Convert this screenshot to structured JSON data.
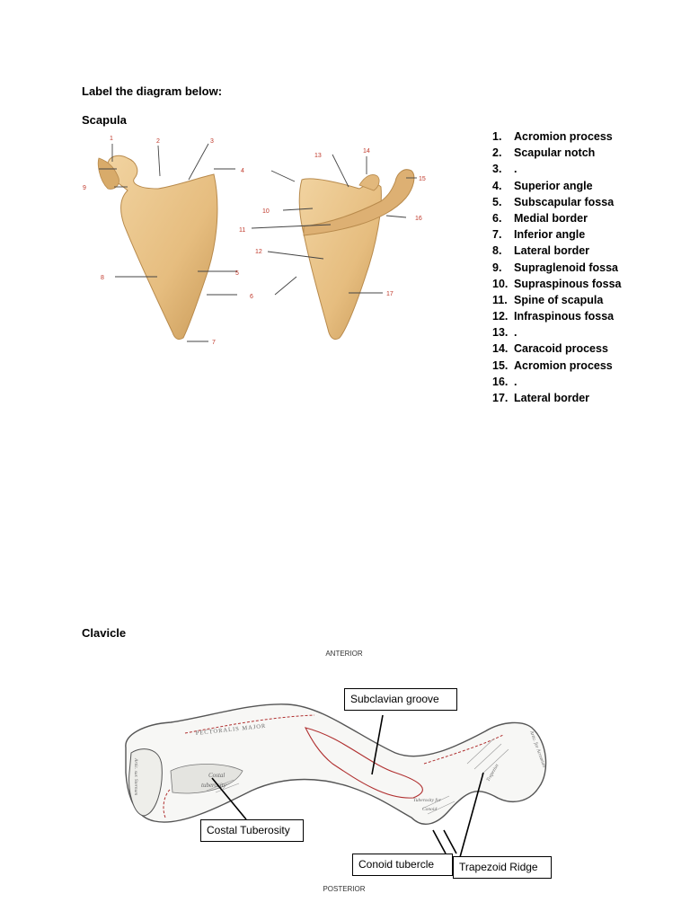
{
  "page": {
    "instruction": "Label the diagram below:"
  },
  "scapula": {
    "heading": "Scapula",
    "figure_numbers": [
      "1",
      "2",
      "3",
      "4",
      "5",
      "6",
      "7",
      "8",
      "9",
      "10",
      "11",
      "12",
      "13",
      "14",
      "15",
      "16",
      "17"
    ],
    "legend": [
      {
        "num": "1.",
        "label": "Acromion process"
      },
      {
        "num": "2.",
        "label": "Scapular notch"
      },
      {
        "num": "3.",
        "label": "."
      },
      {
        "num": "4.",
        "label": "Superior angle"
      },
      {
        "num": "5.",
        "label": "Subscapular fossa"
      },
      {
        "num": "6.",
        "label": "Medial border"
      },
      {
        "num": "7.",
        "label": "Inferior angle"
      },
      {
        "num": "8.",
        "label": "Lateral border"
      },
      {
        "num": "9.",
        "label": "Supraglenoid fossa"
      },
      {
        "num": "10.",
        "label": "Supraspinous fossa"
      },
      {
        "num": "11.",
        "label": "Spine of scapula"
      },
      {
        "num": "12.",
        "label": "Infraspinous fossa"
      },
      {
        "num": "13.",
        "label": "."
      },
      {
        "num": "14.",
        "label": "Caracoid process"
      },
      {
        "num": "15.",
        "label": "Acromion process"
      },
      {
        "num": "16.",
        "label": "."
      },
      {
        "num": "17.",
        "label": "Lateral border"
      }
    ],
    "colors": {
      "bone": "#e9c48a",
      "bone_shadow": "#c99a58",
      "number_red": "#c0392b",
      "leader": "#444444"
    }
  },
  "clavicle": {
    "heading": "Clavicle",
    "anterior_label": "ANTERIOR",
    "posterior_label": "POSTERIOR",
    "engraving_text": {
      "pectoralis": "PECTORALIS MAJOR",
      "costal": "Costal",
      "tuberosity": "tuberosity",
      "sternal": "Artic. sur. Sternum",
      "trapezius": "Trapezius",
      "tuberosity_for": "Tuberosity for",
      "conoid": "Conoid",
      "right_end": "Artic. for Acromion"
    },
    "callouts": {
      "subclavian": "Subclavian groove",
      "costal": "Costal Tuberosity",
      "conoid": "Conoid tubercle",
      "trapezoid": "Trapezoid Ridge"
    },
    "colors": {
      "outline": "#555555",
      "groove": "#b03030",
      "fill": "#f7f7f5",
      "hatch": "#9a9a9a"
    }
  }
}
